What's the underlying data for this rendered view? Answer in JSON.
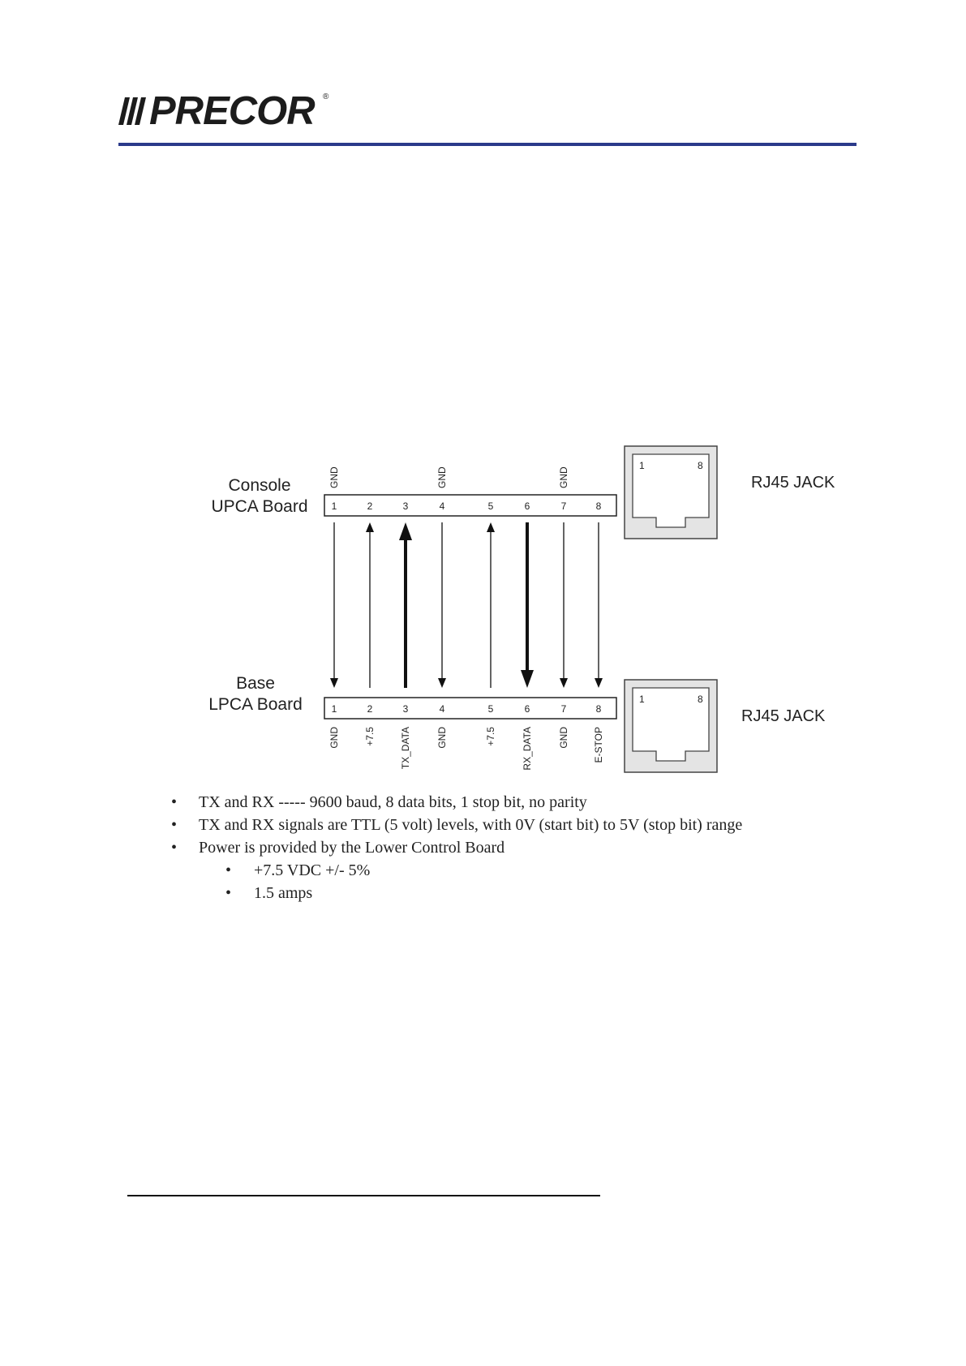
{
  "header": {
    "logo_text": "PRECOR",
    "logo_mark": "®",
    "rule_color": "#2b3a8a"
  },
  "diagram": {
    "console_board": {
      "line1": "Console",
      "line2": "UPCA Board"
    },
    "base_board": {
      "line1": "Base",
      "line2": "LPCA Board"
    },
    "jack_top_label": "RJ45 JACK",
    "jack_bottom_label": "RJ45 JACK",
    "jack_pin_first": "1",
    "jack_pin_last": "8",
    "pins": [
      "1",
      "2",
      "3",
      "4",
      "5",
      "6",
      "7",
      "8"
    ],
    "top_signals": [
      "GND",
      "",
      "",
      "GND",
      "",
      "",
      "GND",
      ""
    ],
    "bottom_signals": [
      "GND",
      "+7.5",
      "TX_DATA",
      "GND",
      "+7.5",
      "RX_DATA",
      "GND",
      "E-STOP"
    ],
    "arrows": [
      "down",
      "up",
      "up-bold",
      "down",
      "up",
      "down-bold",
      "down",
      "down"
    ]
  },
  "notes": {
    "items": [
      "TX and RX  -----  9600 baud, 8 data bits, 1 stop bit, no parity",
      "TX and RX signals are TTL (5 volt) levels, with 0V (start bit) to 5V (stop bit) range",
      "Power is provided by the Lower Control Board"
    ],
    "sub_items": [
      "+7.5 VDC +/-  5%",
      "1.5 amps"
    ]
  }
}
